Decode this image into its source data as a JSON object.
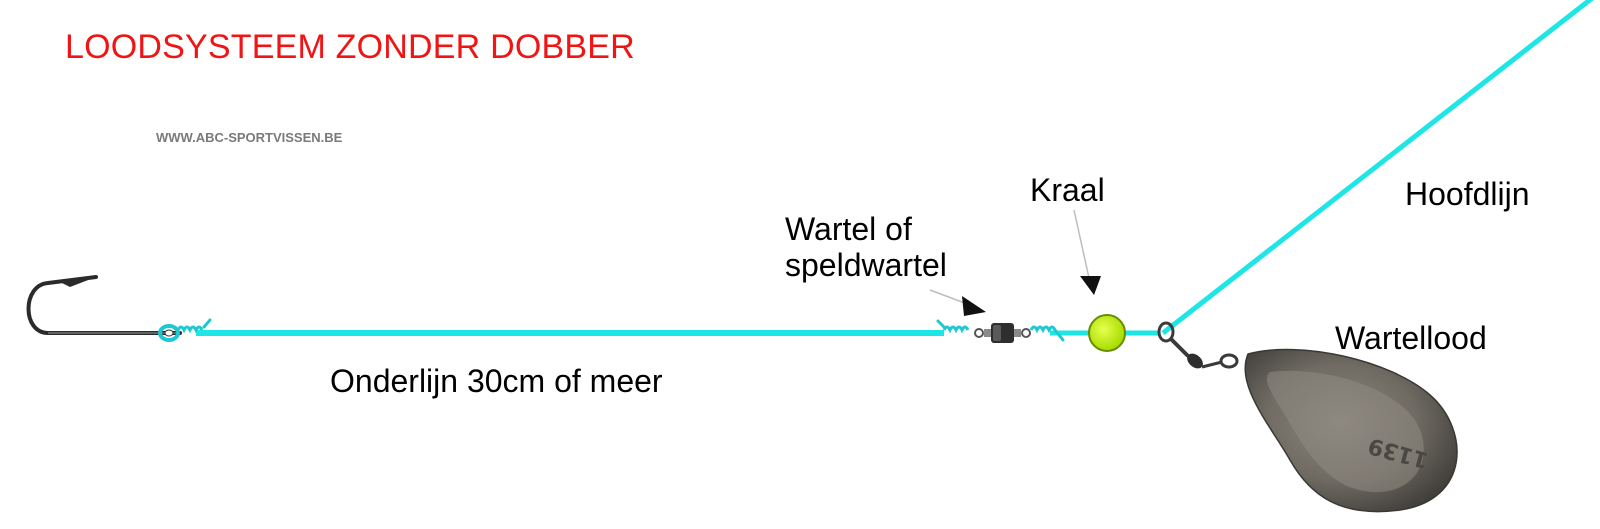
{
  "title": "LOODSYSTEEM ZONDER DOBBER",
  "website": "WWW.ABC-SPORTVISSEN.BE",
  "labels": {
    "hoofdlijn": "Hoofdlijn",
    "kraal": "Kraal",
    "wartel_line1": "Wartel of",
    "wartel_line2": "speldwartel",
    "wartellood": "Wartellood",
    "onderlijn": "Onderlijn 30cm of meer"
  },
  "weight_stamp": "1139",
  "colors": {
    "title": "#f01414",
    "line": "#1ee6e6",
    "bead": "#b8f000",
    "lead": "#6e6a62",
    "hook": "#2b2b2b"
  }
}
